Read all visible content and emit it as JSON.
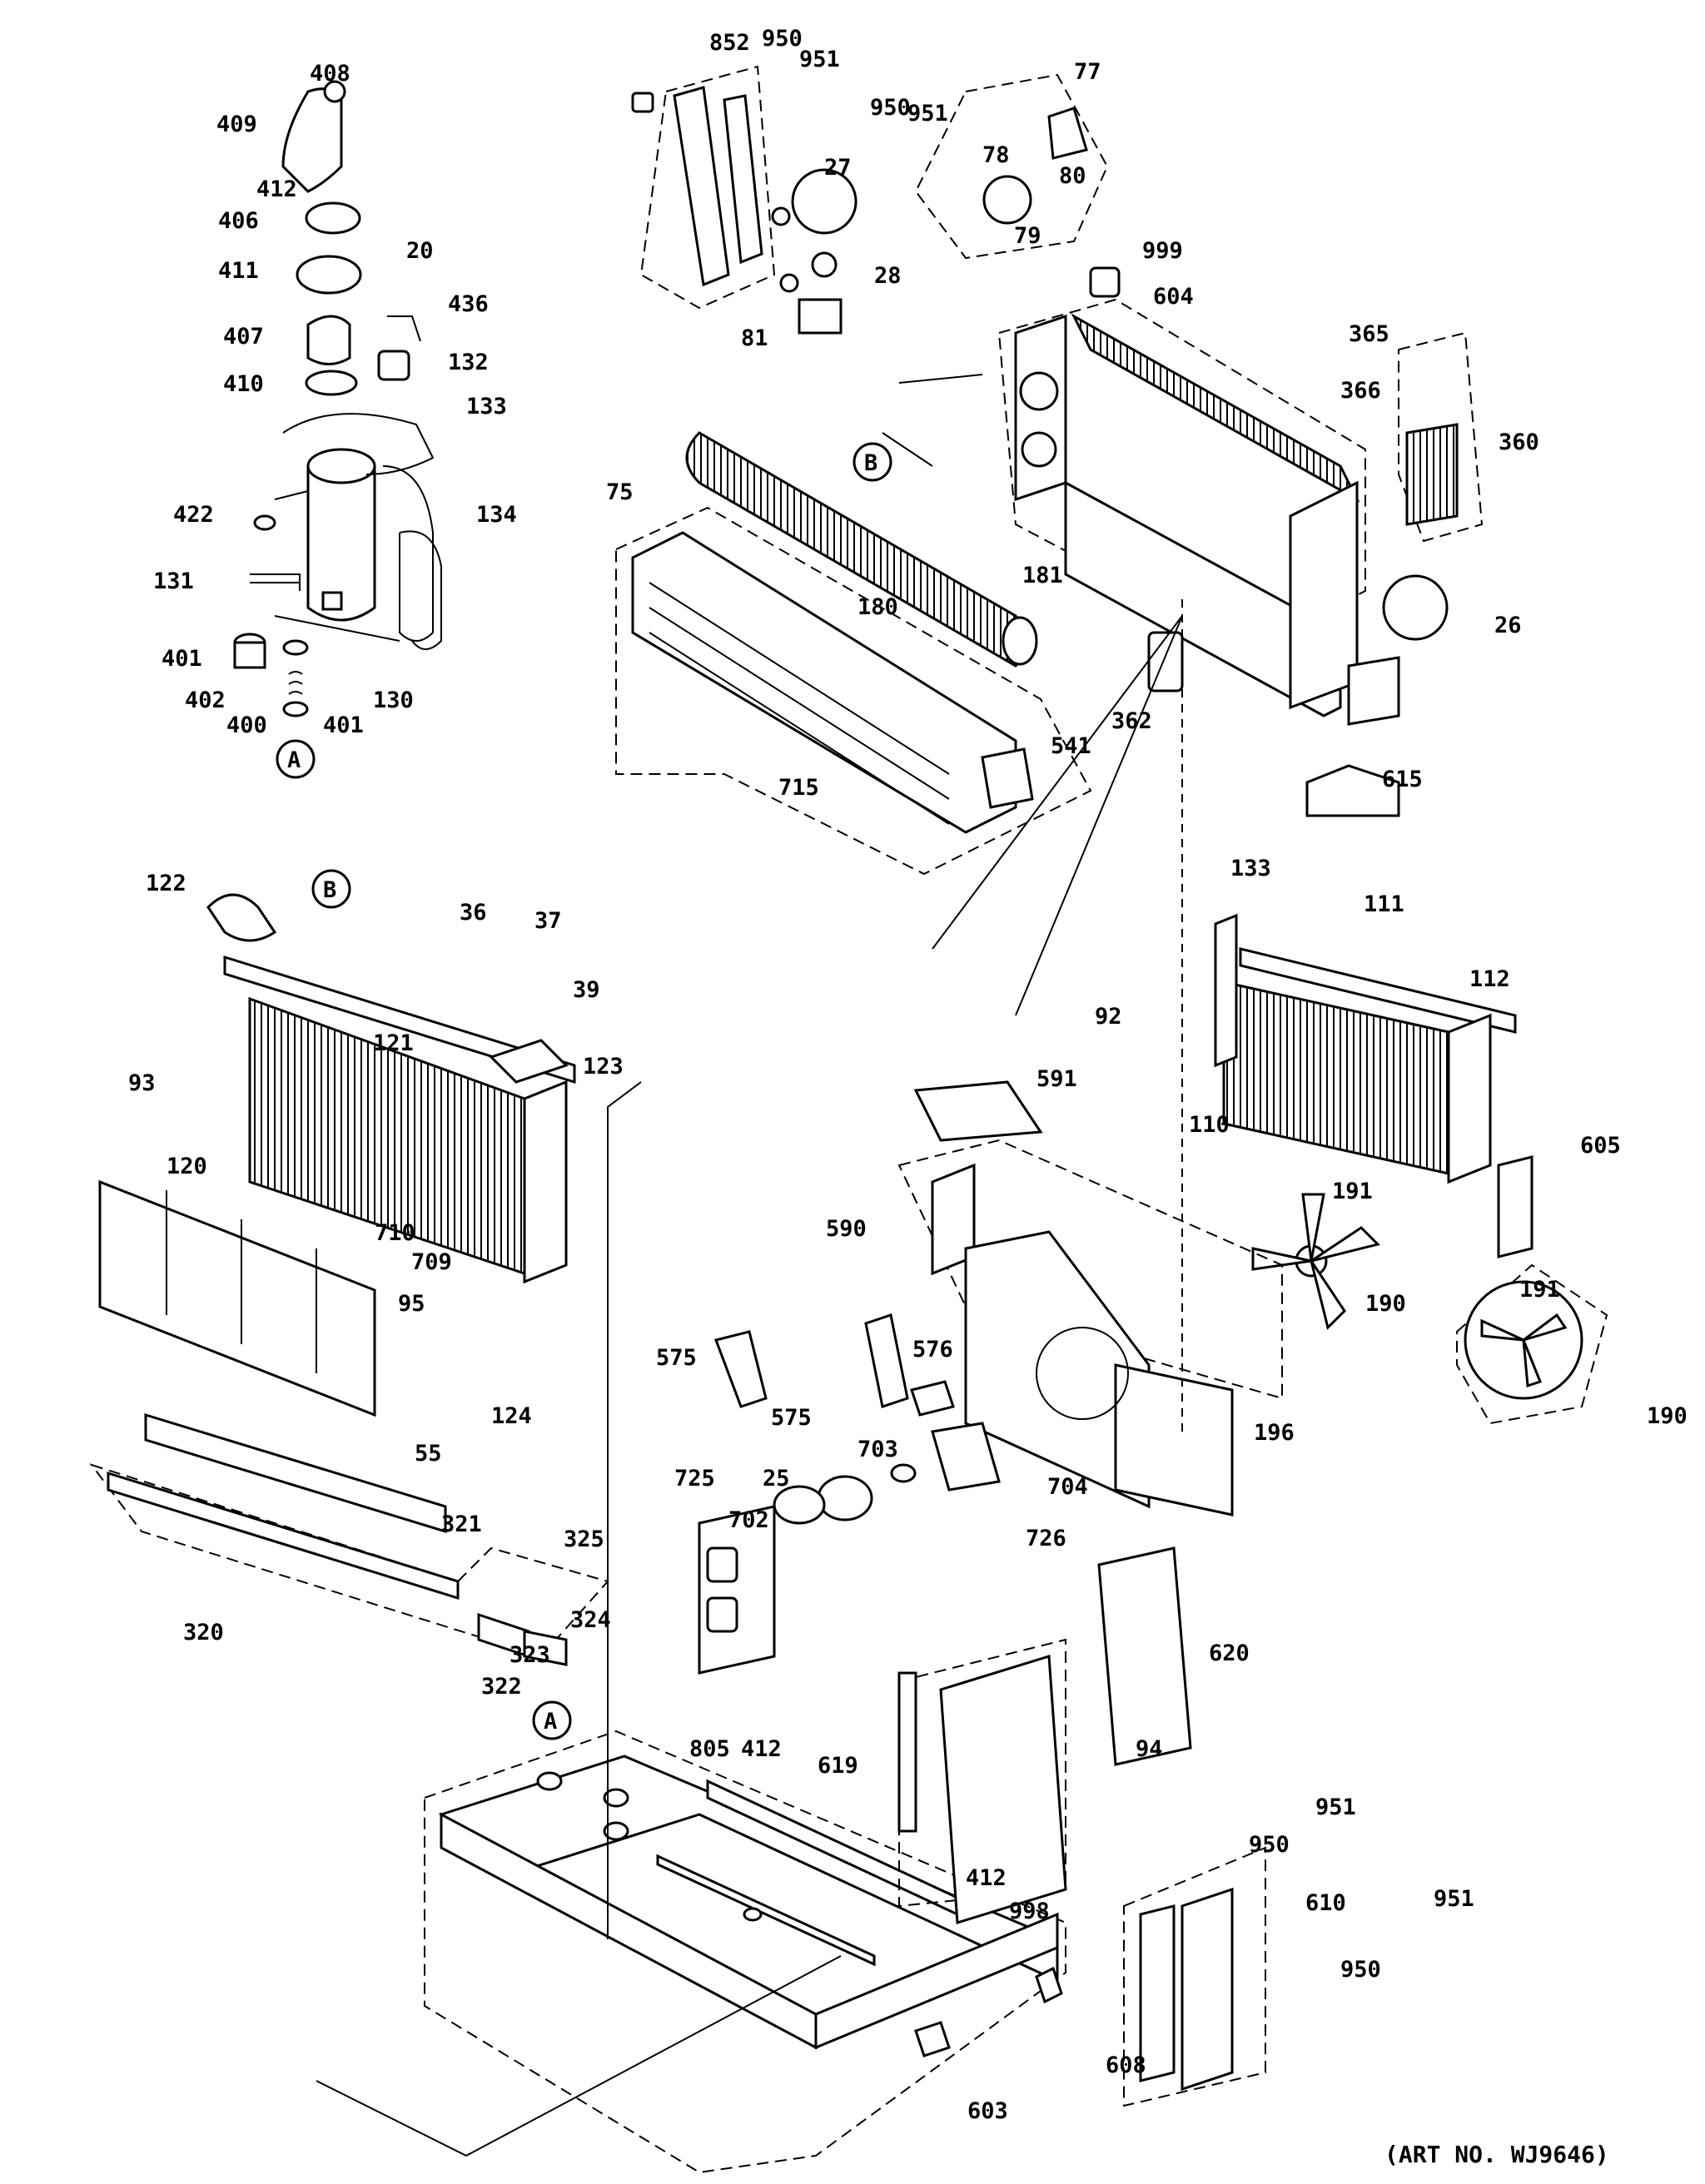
{
  "art_number": "(ART NO. WJ9646)",
  "callouts": {
    "A": [
      "A",
      "A"
    ],
    "B": [
      "B",
      "B"
    ]
  },
  "labels": [
    {
      "id": "408",
      "text": "408"
    },
    {
      "id": "409",
      "text": "409"
    },
    {
      "id": "412a",
      "text": "412"
    },
    {
      "id": "406",
      "text": "406"
    },
    {
      "id": "411",
      "text": "411"
    },
    {
      "id": "20",
      "text": "20"
    },
    {
      "id": "436",
      "text": "436"
    },
    {
      "id": "407",
      "text": "407"
    },
    {
      "id": "132",
      "text": "132"
    },
    {
      "id": "410",
      "text": "410"
    },
    {
      "id": "133a",
      "text": "133"
    },
    {
      "id": "422",
      "text": "422"
    },
    {
      "id": "134",
      "text": "134"
    },
    {
      "id": "131",
      "text": "131"
    },
    {
      "id": "401a",
      "text": "401"
    },
    {
      "id": "402",
      "text": "402"
    },
    {
      "id": "130",
      "text": "130"
    },
    {
      "id": "400",
      "text": "400"
    },
    {
      "id": "401b",
      "text": "401"
    },
    {
      "id": "852",
      "text": "852"
    },
    {
      "id": "950a",
      "text": "950"
    },
    {
      "id": "951a",
      "text": "951"
    },
    {
      "id": "950b",
      "text": "950"
    },
    {
      "id": "951b",
      "text": "951"
    },
    {
      "id": "77",
      "text": "77"
    },
    {
      "id": "78",
      "text": "78"
    },
    {
      "id": "80",
      "text": "80"
    },
    {
      "id": "27",
      "text": "27"
    },
    {
      "id": "79",
      "text": "79"
    },
    {
      "id": "28",
      "text": "28"
    },
    {
      "id": "999",
      "text": "999"
    },
    {
      "id": "81",
      "text": "81"
    },
    {
      "id": "604",
      "text": "604"
    },
    {
      "id": "365",
      "text": "365"
    },
    {
      "id": "366",
      "text": "366"
    },
    {
      "id": "360",
      "text": "360"
    },
    {
      "id": "75",
      "text": "75"
    },
    {
      "id": "181",
      "text": "181"
    },
    {
      "id": "180",
      "text": "180"
    },
    {
      "id": "26",
      "text": "26"
    },
    {
      "id": "362",
      "text": "362"
    },
    {
      "id": "541",
      "text": "541"
    },
    {
      "id": "715",
      "text": "715"
    },
    {
      "id": "615",
      "text": "615"
    },
    {
      "id": "122",
      "text": "122"
    },
    {
      "id": "36",
      "text": "36"
    },
    {
      "id": "37",
      "text": "37"
    },
    {
      "id": "39",
      "text": "39"
    },
    {
      "id": "133b",
      "text": "133"
    },
    {
      "id": "111",
      "text": "111"
    },
    {
      "id": "112",
      "text": "112"
    },
    {
      "id": "92",
      "text": "92"
    },
    {
      "id": "121",
      "text": "121"
    },
    {
      "id": "123",
      "text": "123"
    },
    {
      "id": "93",
      "text": "93"
    },
    {
      "id": "591",
      "text": "591"
    },
    {
      "id": "110",
      "text": "110"
    },
    {
      "id": "605",
      "text": "605"
    },
    {
      "id": "120",
      "text": "120"
    },
    {
      "id": "191a",
      "text": "191"
    },
    {
      "id": "590",
      "text": "590"
    },
    {
      "id": "710",
      "text": "710"
    },
    {
      "id": "709",
      "text": "709"
    },
    {
      "id": "190a",
      "text": "190"
    },
    {
      "id": "95",
      "text": "95"
    },
    {
      "id": "191b",
      "text": "191"
    },
    {
      "id": "575a",
      "text": "575"
    },
    {
      "id": "576",
      "text": "576"
    },
    {
      "id": "124",
      "text": "124"
    },
    {
      "id": "575b",
      "text": "575"
    },
    {
      "id": "190b",
      "text": "190"
    },
    {
      "id": "196",
      "text": "196"
    },
    {
      "id": "55",
      "text": "55"
    },
    {
      "id": "703",
      "text": "703"
    },
    {
      "id": "725",
      "text": "725"
    },
    {
      "id": "25",
      "text": "25"
    },
    {
      "id": "704",
      "text": "704"
    },
    {
      "id": "702",
      "text": "702"
    },
    {
      "id": "726",
      "text": "726"
    },
    {
      "id": "321",
      "text": "321"
    },
    {
      "id": "325",
      "text": "325"
    },
    {
      "id": "324",
      "text": "324"
    },
    {
      "id": "320",
      "text": "320"
    },
    {
      "id": "323",
      "text": "323"
    },
    {
      "id": "322",
      "text": "322"
    },
    {
      "id": "620",
      "text": "620"
    },
    {
      "id": "805",
      "text": "805"
    },
    {
      "id": "412b",
      "text": "412"
    },
    {
      "id": "619",
      "text": "619"
    },
    {
      "id": "94",
      "text": "94"
    },
    {
      "id": "951c",
      "text": "951"
    },
    {
      "id": "950c",
      "text": "950"
    },
    {
      "id": "951d",
      "text": "951"
    },
    {
      "id": "412c",
      "text": "412"
    },
    {
      "id": "610",
      "text": "610"
    },
    {
      "id": "998",
      "text": "998"
    },
    {
      "id": "950d",
      "text": "950"
    },
    {
      "id": "608",
      "text": "608"
    },
    {
      "id": "603",
      "text": "603"
    }
  ]
}
